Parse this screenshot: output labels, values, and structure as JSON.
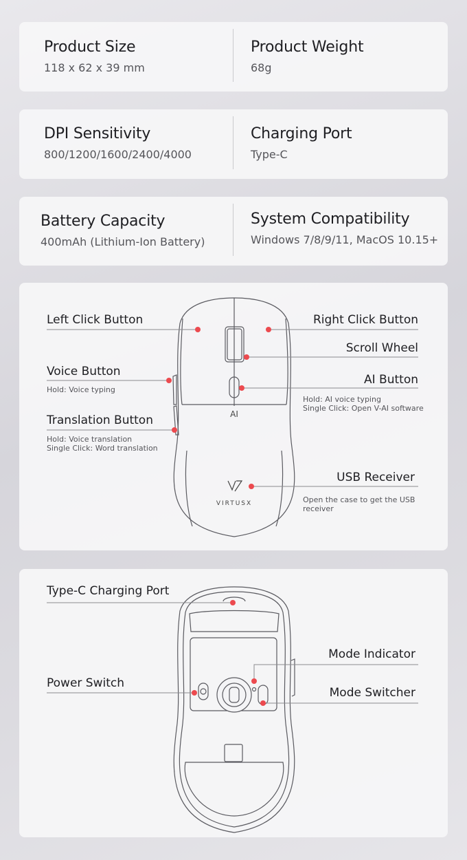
{
  "specs": [
    {
      "left": {
        "title": "Product Size",
        "value": "118 x 62 x 39 mm"
      },
      "right": {
        "title": "Product Weight",
        "value": "68g"
      }
    },
    {
      "left": {
        "title": "DPI Sensitivity",
        "value": "800/1200/1600/2400/4000"
      },
      "right": {
        "title": "Charging Port",
        "value": "Type-C"
      }
    },
    {
      "left": {
        "title": "Battery Capacity",
        "value": "400mAh (Lithium-Ion Battery)"
      },
      "right": {
        "title": "System Compatibility",
        "value": "Windows 7/8/9/11, MacOS 10.15+"
      }
    }
  ],
  "top_view": {
    "ai_mark": "AI",
    "logo_text": "VIRTUSX",
    "left_click": {
      "label": "Left Click Button"
    },
    "right_click": {
      "label": "Right Click Button"
    },
    "scroll_wheel": {
      "label": "Scroll Wheel"
    },
    "voice": {
      "label": "Voice Button",
      "desc": "Hold: Voice typing"
    },
    "ai": {
      "label": "AI Button",
      "desc1": "Hold: AI voice typing",
      "desc2": "Single Click: Open V-AI software"
    },
    "translation": {
      "label": "Translation Button",
      "desc1": "Hold: Voice translation",
      "desc2": "Single Click: Word translation"
    },
    "usb": {
      "label": "USB Receiver",
      "desc1": "Open the case to get the USB",
      "desc2": "receiver"
    }
  },
  "bottom_view": {
    "port": {
      "label": "Type-C Charging Port"
    },
    "mode_indicator": {
      "label": "Mode Indicator"
    },
    "power": {
      "label": "Power Switch"
    },
    "mode_switcher": {
      "label": "Mode Switcher"
    }
  },
  "colors": {
    "marker": "#ec4a4f",
    "leader": "#8a8a8f",
    "outline": "#5a5a60"
  }
}
